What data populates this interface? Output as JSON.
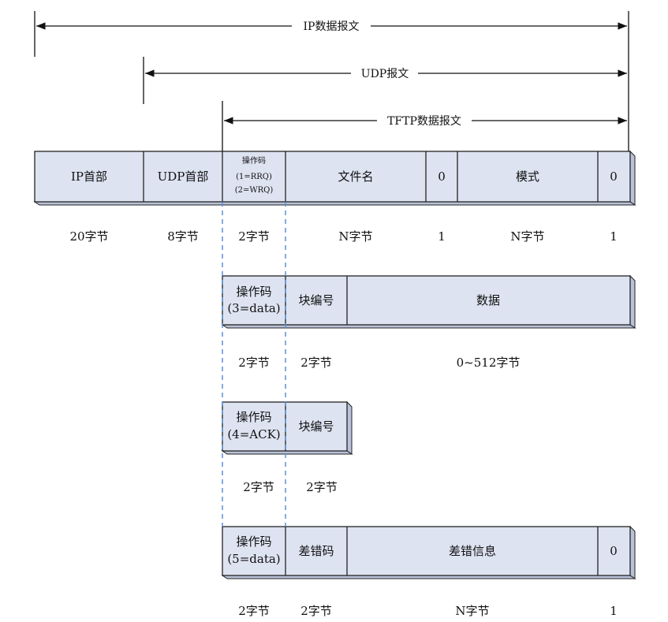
{
  "spans": {
    "ip": "IP数据报文",
    "udp": "UDP报文",
    "tftp": "TFTP数据报文"
  },
  "row1": {
    "ip_header": "IP首部",
    "udp_header": "UDP首部",
    "opcode_title": "操作码",
    "opcode_rrq": "(1=RRQ)",
    "opcode_wrq": "(2=WRQ)",
    "filename": "文件名",
    "zero1": "0",
    "mode": "模式",
    "zero2": "0",
    "sizes": [
      "20字节",
      "8字节",
      "2字节",
      "N字节",
      "1",
      "N字节",
      "1"
    ]
  },
  "row2": {
    "opcode_title": "操作码",
    "opcode_value": "(3=data)",
    "block_no": "块编号",
    "data": "数据",
    "sizes": [
      "2字节",
      "2字节",
      "0~512字节"
    ]
  },
  "row3": {
    "opcode_title": "操作码",
    "opcode_value": "(4=ACK)",
    "block_no": "块编号",
    "sizes": [
      "2字节",
      "2字节"
    ]
  },
  "row4": {
    "opcode_title": "操作码",
    "opcode_value": "(5=data)",
    "error_code": "差错码",
    "error_msg": "差错信息",
    "zero": "0",
    "sizes": [
      "2字节",
      "2字节",
      "N字节",
      "1"
    ]
  },
  "colors": {
    "box_fill": "#dde3f1",
    "box_shade": "#b9c2d8",
    "box_stroke": "#222222",
    "dashed_line": "#5b8fd6",
    "line": "#111111"
  }
}
